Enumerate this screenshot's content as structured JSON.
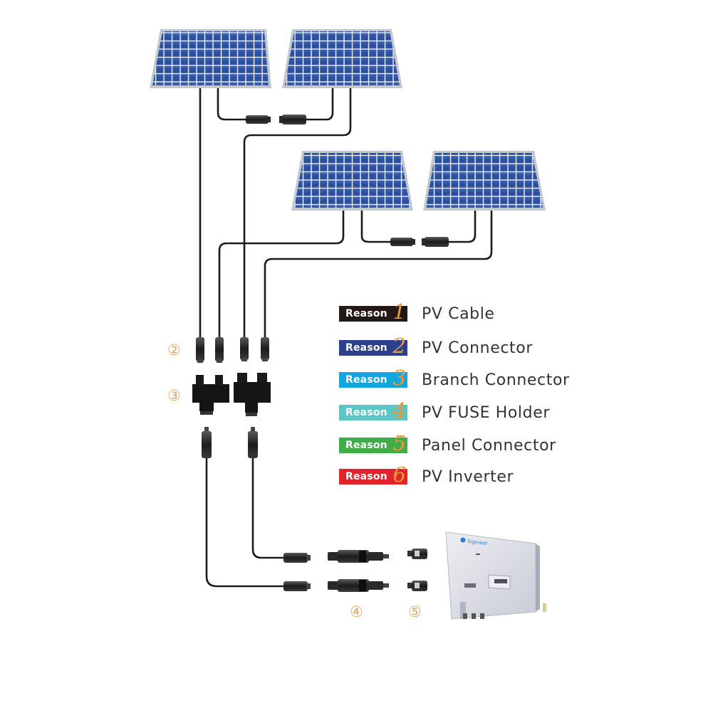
{
  "legend": [
    {
      "badge": "Reason",
      "number": "1",
      "label": "PV Cable",
      "color": "#231816",
      "text_color": "#ffffff"
    },
    {
      "badge": "Reason",
      "number": "2",
      "label": "PV Connector",
      "color": "#2b3f8c",
      "text_color": "#ffffff"
    },
    {
      "badge": "Reason",
      "number": "3",
      "label": "Branch  Connector",
      "color": "#12a6e0",
      "text_color": "#ffffff"
    },
    {
      "badge": "Reason",
      "number": "4",
      "label": "PV  FUSE Holder",
      "color": "#5cc6c4",
      "text_color": "#ffffff"
    },
    {
      "badge": "Reason",
      "number": "5",
      "label": "Panel  Connector",
      "color": "#3fae49",
      "text_color": "#ffffff"
    },
    {
      "badge": "Reason",
      "number": "6",
      "label": "PV Inverter",
      "color": "#e3232a",
      "text_color": "#ffffff"
    }
  ],
  "markers": {
    "m2": "②",
    "m3": "③",
    "m4": "④",
    "m5": "⑤"
  },
  "inverter": {
    "brand": "Sigineer"
  },
  "colors": {
    "panel_cell": "#2c4f9e",
    "panel_frame": "#b9bec6",
    "cable": "#1b1b1b",
    "marker": "#e8a460",
    "inverter_body": "#dcdde3"
  },
  "icons": [
    "solar-panel-icon",
    "mc4-connector-icon",
    "branch-connector-icon",
    "fuse-holder-icon",
    "inverter-icon"
  ]
}
